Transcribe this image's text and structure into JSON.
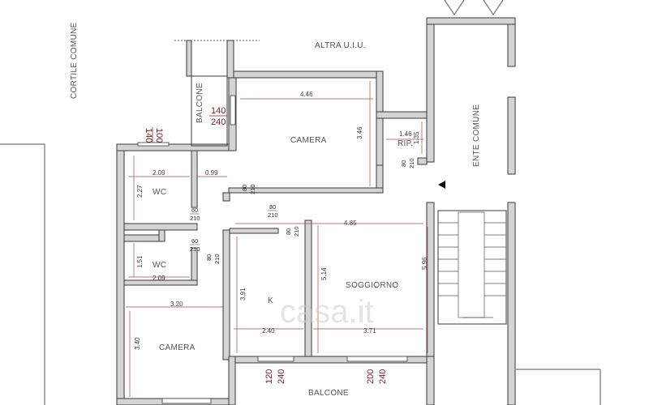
{
  "labels": {
    "altra_uiu": "ALTRA U.I.U.",
    "cortile_comune": "CORTILE COMUNE",
    "ente_comune": "ENTE COMUNE",
    "balcone_top": "BALCONE",
    "balcone_bottom": "BALCONE",
    "camera_top": "CAMERA",
    "camera_bottom": "CAMERA",
    "rip": "RIP.",
    "wc_top": "WC",
    "wc_bottom": "WC",
    "soggiorno": "SOGGIORNO",
    "k": "K"
  },
  "dimensions": {
    "d_446": "4.46",
    "d_346": "3.46",
    "d_146": "1.46",
    "d_135": "1.35",
    "d_209a": "2.09",
    "d_099": "0.99",
    "d_227": "2.27",
    "d_485": "4.85",
    "d_151": "1.51",
    "d_209b": "2.09",
    "d_596": "5.96",
    "d_514": "5.14",
    "d_391": "3.91",
    "d_320": "3.20",
    "d_240": "2.40",
    "d_371": "3.71",
    "d_340": "3.40"
  },
  "openings": {
    "o_140": "140",
    "o_240a": "240",
    "o_100": "100",
    "o_140v": "140",
    "o_80a": "80",
    "o_210a": "210",
    "o_80b": "80",
    "o_210b": "210",
    "o_60a": "60",
    "o_210c": "210",
    "o_80c": "80",
    "o_210d": "210",
    "o_60b": "60",
    "o_210e": "210",
    "o_80d": "80",
    "o_210f": "210",
    "o_80e": "80",
    "o_210g": "210",
    "o_120": "120",
    "o_240b": "240",
    "o_200": "200",
    "o_240c": "240"
  },
  "watermark": "casa.it"
}
